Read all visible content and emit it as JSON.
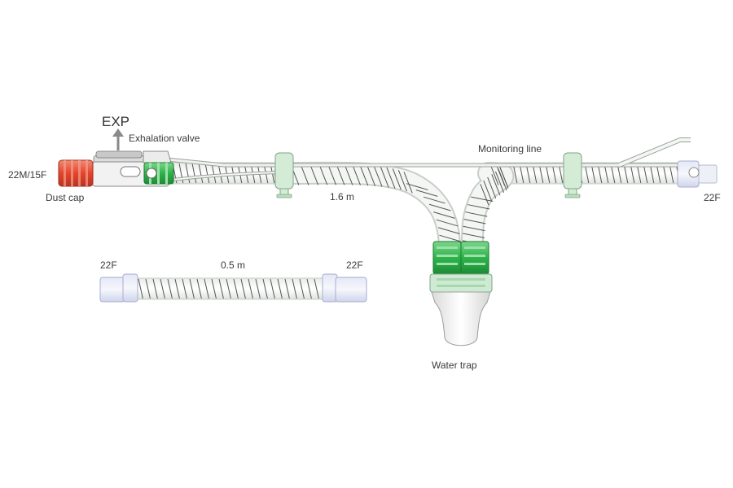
{
  "diagram": {
    "labels": {
      "exp": "EXP",
      "exhalation_valve": "Exhalation valve",
      "connector_size_left": "22M/15F",
      "dust_cap": "Dust cap",
      "monitoring_line": "Monitoring line",
      "main_tube_length": "1.6 m",
      "connector_right": "22F",
      "short_tube_length": "0.5 m",
      "short_tube_left_end": "22F",
      "short_tube_right_end": "22F",
      "water_trap": "Water trap"
    },
    "colors": {
      "dust_cap": "#e8452e",
      "connector_green": "#2db34a",
      "light_green": "#cfead3",
      "tube_fill": "#f0f4f0",
      "coil": "#555555",
      "end_connector": "#d7dcf0"
    }
  }
}
